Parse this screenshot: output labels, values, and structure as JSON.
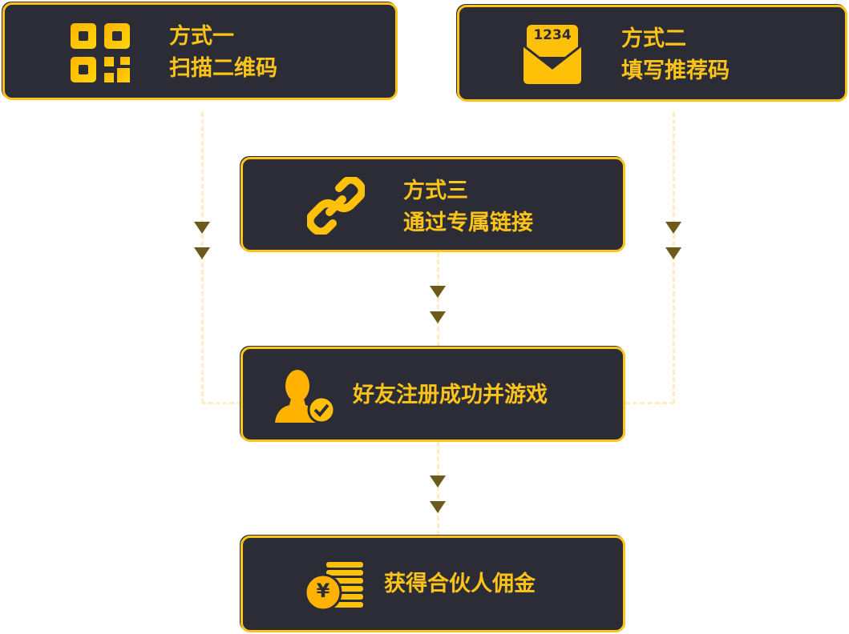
{
  "steps": {
    "method1": {
      "title": "方式一",
      "subtitle": "扫描二维码",
      "icon": "qr-code-icon"
    },
    "method2": {
      "title": "方式二",
      "subtitle": "填写推荐码",
      "icon": "envelope-code-icon",
      "icon_text": "1234"
    },
    "method3": {
      "title": "方式三",
      "subtitle": "通过专属链接",
      "icon": "link-icon"
    },
    "register": {
      "label": "好友注册成功并游戏",
      "icon": "user-check-icon"
    },
    "reward": {
      "label": "获得合伙人佣金",
      "icon": "coins-yen-icon",
      "icon_text": "¥"
    }
  },
  "colors": {
    "accent": "#fcc419",
    "box_bg": "#2c2c36",
    "arrow": "#6b5a1a",
    "connector": "#fbeec4"
  }
}
